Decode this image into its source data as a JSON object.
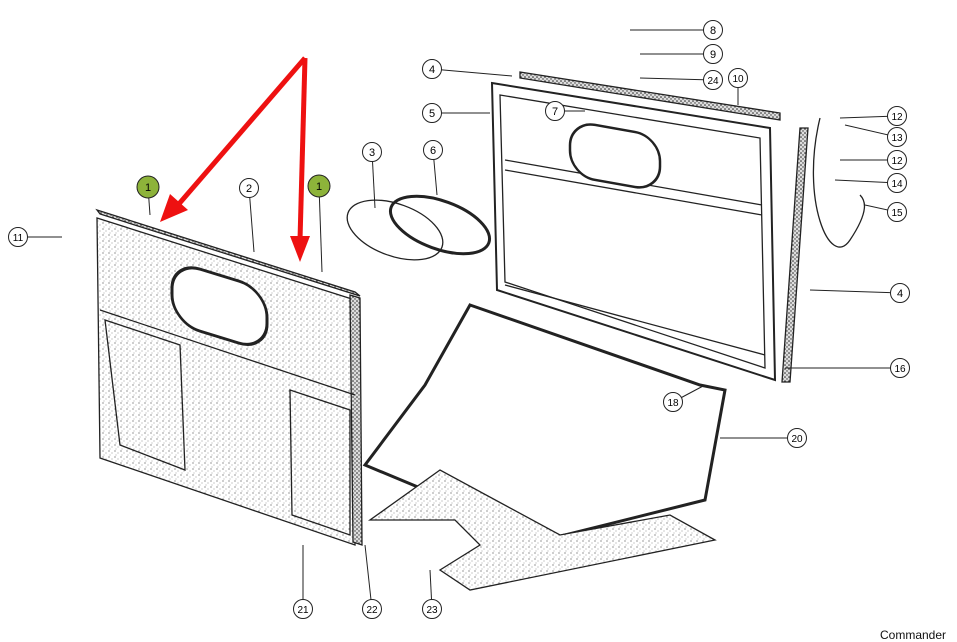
{
  "diagram": {
    "callouts": [
      {
        "id": "c1a",
        "label": "1",
        "highlight": true
      },
      {
        "id": "c1b",
        "label": "1",
        "highlight": true
      },
      {
        "id": "c2",
        "label": "2"
      },
      {
        "id": "c3",
        "label": "3"
      },
      {
        "id": "c6",
        "label": "6"
      },
      {
        "id": "c4a",
        "label": "4"
      },
      {
        "id": "c5",
        "label": "5"
      },
      {
        "id": "c7",
        "label": "7"
      },
      {
        "id": "c8",
        "label": "8"
      },
      {
        "id": "c9",
        "label": "9"
      },
      {
        "id": "c24",
        "label": "24"
      },
      {
        "id": "c10",
        "label": "10"
      },
      {
        "id": "c11",
        "label": "11"
      },
      {
        "id": "c12a",
        "label": "12"
      },
      {
        "id": "c13",
        "label": "13"
      },
      {
        "id": "c12b",
        "label": "12"
      },
      {
        "id": "c14",
        "label": "14"
      },
      {
        "id": "c15",
        "label": "15"
      },
      {
        "id": "c4b",
        "label": "4"
      },
      {
        "id": "c16",
        "label": "16"
      },
      {
        "id": "c18",
        "label": "18"
      },
      {
        "id": "c20",
        "label": "20"
      },
      {
        "id": "c21",
        "label": "21"
      },
      {
        "id": "c22",
        "label": "22"
      },
      {
        "id": "c23",
        "label": "23"
      }
    ],
    "caption": "Commander",
    "colors": {
      "highlight": "#8db33a",
      "arrow": "#ee1111",
      "ink": "#222222"
    }
  }
}
